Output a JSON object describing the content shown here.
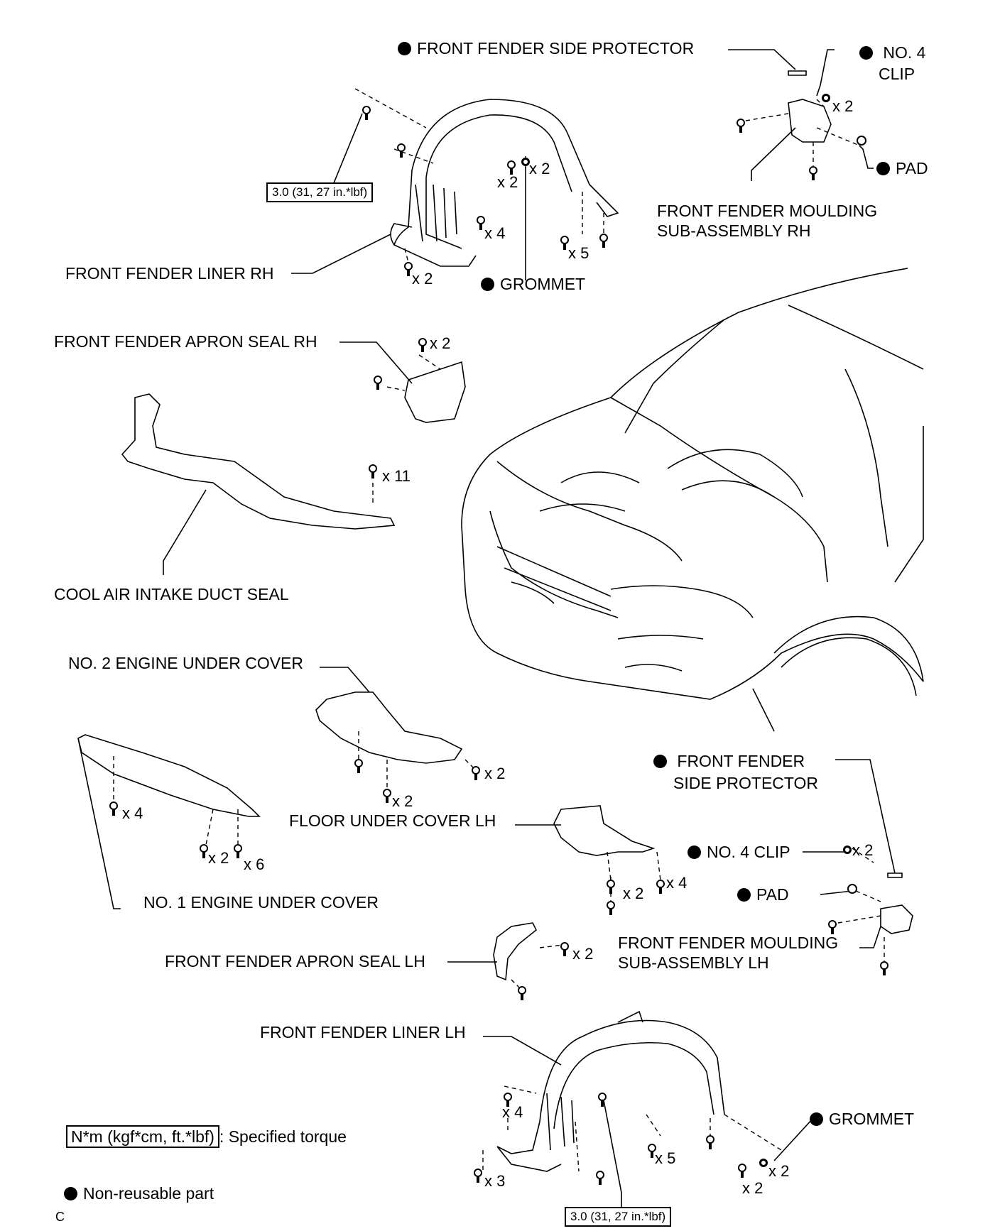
{
  "labels": {
    "side_protector_rh": "FRONT FENDER SIDE PROTECTOR",
    "no4_clip_rh_1": "NO. 4",
    "no4_clip_rh_2": "CLIP",
    "pad_rh": "PAD",
    "moulding_rh_1": "FRONT FENDER MOULDING",
    "moulding_rh_2": "SUB-ASSEMBLY RH",
    "liner_rh": "FRONT FENDER LINER RH",
    "grommet_rh": "GROMMET",
    "apron_seal_rh": "FRONT FENDER APRON SEAL RH",
    "cool_air_seal": "COOL AIR INTAKE DUCT SEAL",
    "no2_under_cover": "NO. 2 ENGINE UNDER COVER",
    "side_protector_lh_1": "FRONT FENDER",
    "side_protector_lh_2": "SIDE PROTECTOR",
    "floor_under_cover_lh": "FLOOR UNDER COVER LH",
    "no4_clip_lh": "NO. 4 CLIP",
    "pad_lh": "PAD",
    "no1_under_cover": "NO. 1 ENGINE UNDER COVER",
    "moulding_lh_1": "FRONT FENDER MOULDING",
    "moulding_lh_2": "SUB-ASSEMBLY LH",
    "apron_seal_lh": "FRONT FENDER APRON SEAL LH",
    "liner_lh": "FRONT FENDER LINER LH",
    "grommet_lh": "GROMMET"
  },
  "torque": {
    "rh": "3.0 (31, 27 in.*lbf)",
    "lh": "3.0 (31, 27 in.*lbf)"
  },
  "quantities": {
    "q_clip_rh": "x 2",
    "q_liner_rh_a": "x 2",
    "q_liner_rh_b": "x 2",
    "q_liner_rh_c": "x 4",
    "q_liner_rh_d": "x 5",
    "q_liner_rh_e": "x 2",
    "q_apron_rh": "x 2",
    "q_cool_air": "x 11",
    "q_no2_a": "x 2",
    "q_no2_b": "x 2",
    "q_no1_a": "x 4",
    "q_no1_b": "x 2",
    "q_no1_c": "x 6",
    "q_floor_a": "x 2",
    "q_floor_b": "x 4",
    "q_clip_lh": "x 2",
    "q_apron_lh": "x 2",
    "q_liner_lh_a": "x 4",
    "q_liner_lh_b": "x 5",
    "q_liner_lh_c": "x 3",
    "q_liner_lh_d": "x 2",
    "q_liner_lh_e": "x 2"
  },
  "legend": {
    "torque_unit": "N*m (kgf*cm, ft.*lbf)",
    "torque_desc": ": Specified torque",
    "non_reusable": "Non-reusable part"
  },
  "corner_code": "C"
}
